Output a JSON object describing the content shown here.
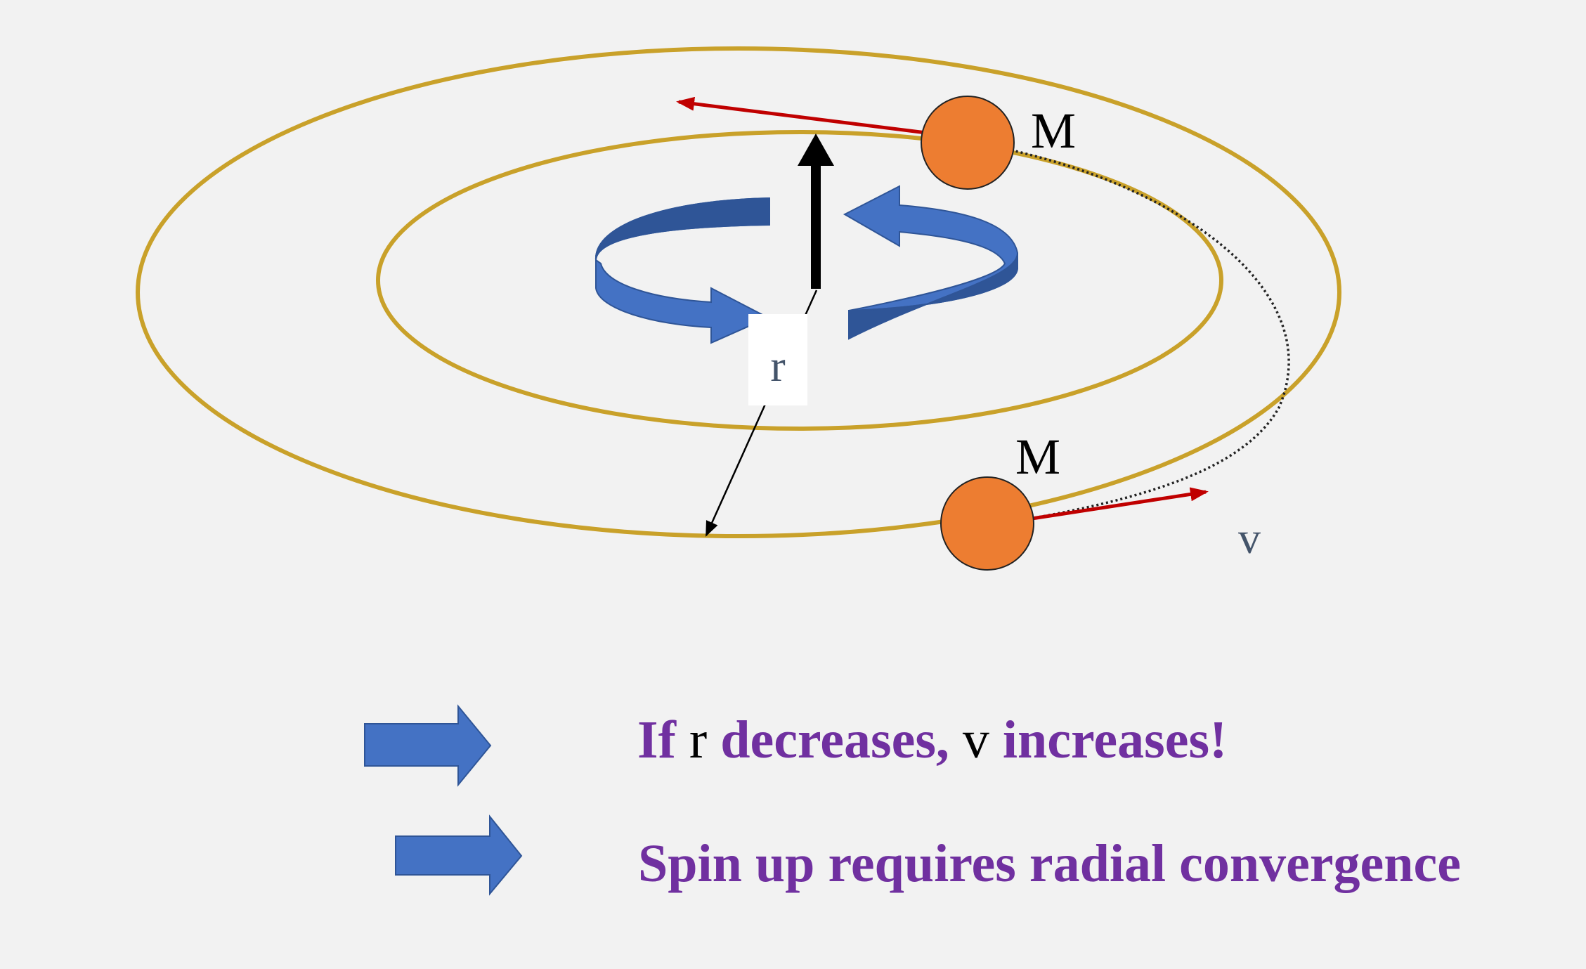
{
  "diagram": {
    "mass_top_label": "M",
    "mass_bottom_label": "M",
    "radius_label": "r",
    "velocity_label": "v"
  },
  "statements": [
    {
      "parts": [
        {
          "text": "If ",
          "style": "purple"
        },
        {
          "text": "r",
          "style": "plain"
        },
        {
          "text": " decreases, ",
          "style": "purple"
        },
        {
          "text": "v",
          "style": "plain"
        },
        {
          "text": " increases!",
          "style": "purple"
        }
      ]
    },
    {
      "parts": [
        {
          "text": "Spin up requires radial convergence",
          "style": "purple"
        }
      ]
    }
  ],
  "colors": {
    "background": "#f2f2f2",
    "orbit": "#c9a12a",
    "mass_fill": "#ed7d31",
    "velocity_arrow": "#c00000",
    "rotation_arrow": "#4472c4",
    "rotation_arrow_dark": "#2f5597",
    "statement_text": "#7030a0",
    "label_text": "#44546a"
  }
}
